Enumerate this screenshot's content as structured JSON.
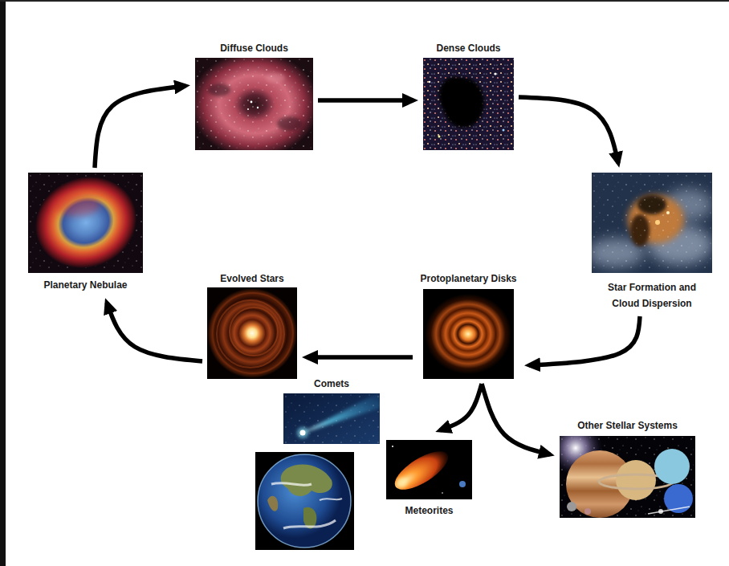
{
  "diagram": {
    "nodes": [
      {
        "text": [
          "Diffuse Clouds"
        ]
      },
      {
        "text": [
          "Dense Clouds"
        ]
      },
      {
        "text": [
          "Star Formation and Cloud Dispersion"
        ]
      },
      {
        "text": [
          "Protoplanetary Disks"
        ]
      },
      {
        "text": [
          "Evolved Stars"
        ]
      },
      {
        "text": [
          "Planetary Nebulae"
        ]
      },
      {
        "text": [
          "Comets"
        ]
      },
      {
        "text": [
          "Meteorites"
        ]
      },
      {
        "text": [
          "Other Stellar Systems"
        ]
      }
    ],
    "edges": [
      {
        "from": 0,
        "to": 1,
        "arrow": "to"
      },
      {
        "from": 1,
        "to": 2,
        "arrow": "to"
      },
      {
        "from": 2,
        "to": 3,
        "arrow": "to"
      },
      {
        "from": 3,
        "to": 4,
        "arrow": "to"
      },
      {
        "from": 4,
        "to": 5,
        "arrow": "to"
      },
      {
        "from": 5,
        "to": 0,
        "arrow": "to"
      },
      {
        "from": 3,
        "to": 7,
        "arrow": "to"
      },
      {
        "from": 3,
        "to": 8,
        "arrow": "to"
      }
    ]
  }
}
